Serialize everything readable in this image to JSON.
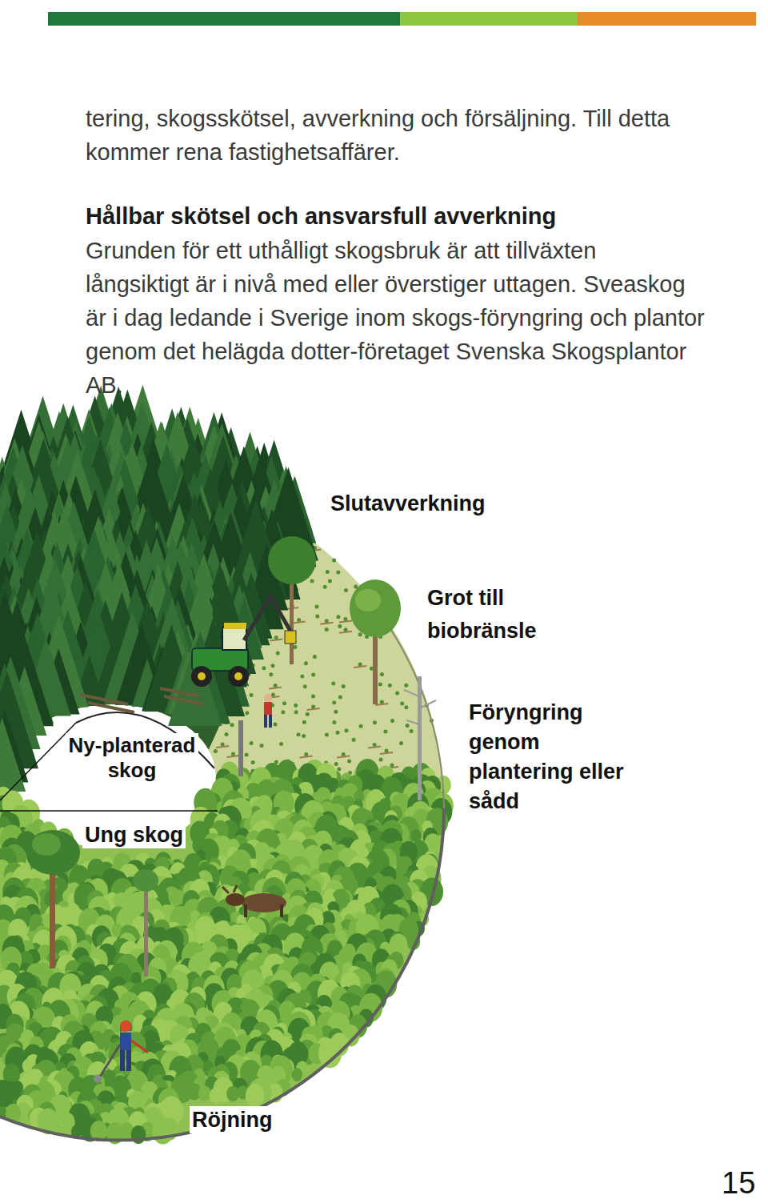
{
  "diagram": {
    "title": "Hållbar skötsel och ansvarsfull avverkning",
    "labels": [
      "tering, skogsskötsel, avverkning och försäljning. Till detta kommer rena fastighetsaffärer.",
      "Grunden för ett uthålligt skogsbruk är att tillväxten långsiktigt är i nivå med eller överstiger uttagen. Sveaskog är i dag ledande i Sverige inom skogs-föryngring och plantor genom det helägda dotter-företaget Svenska Skogsplantor AB.",
      "Slutavverkning",
      "Grot till biobränsle",
      "Föryngring genom plantering eller sådd",
      "Ny-planterad skog",
      "Ung skog",
      "Röjning",
      "15"
    ]
  }
}
